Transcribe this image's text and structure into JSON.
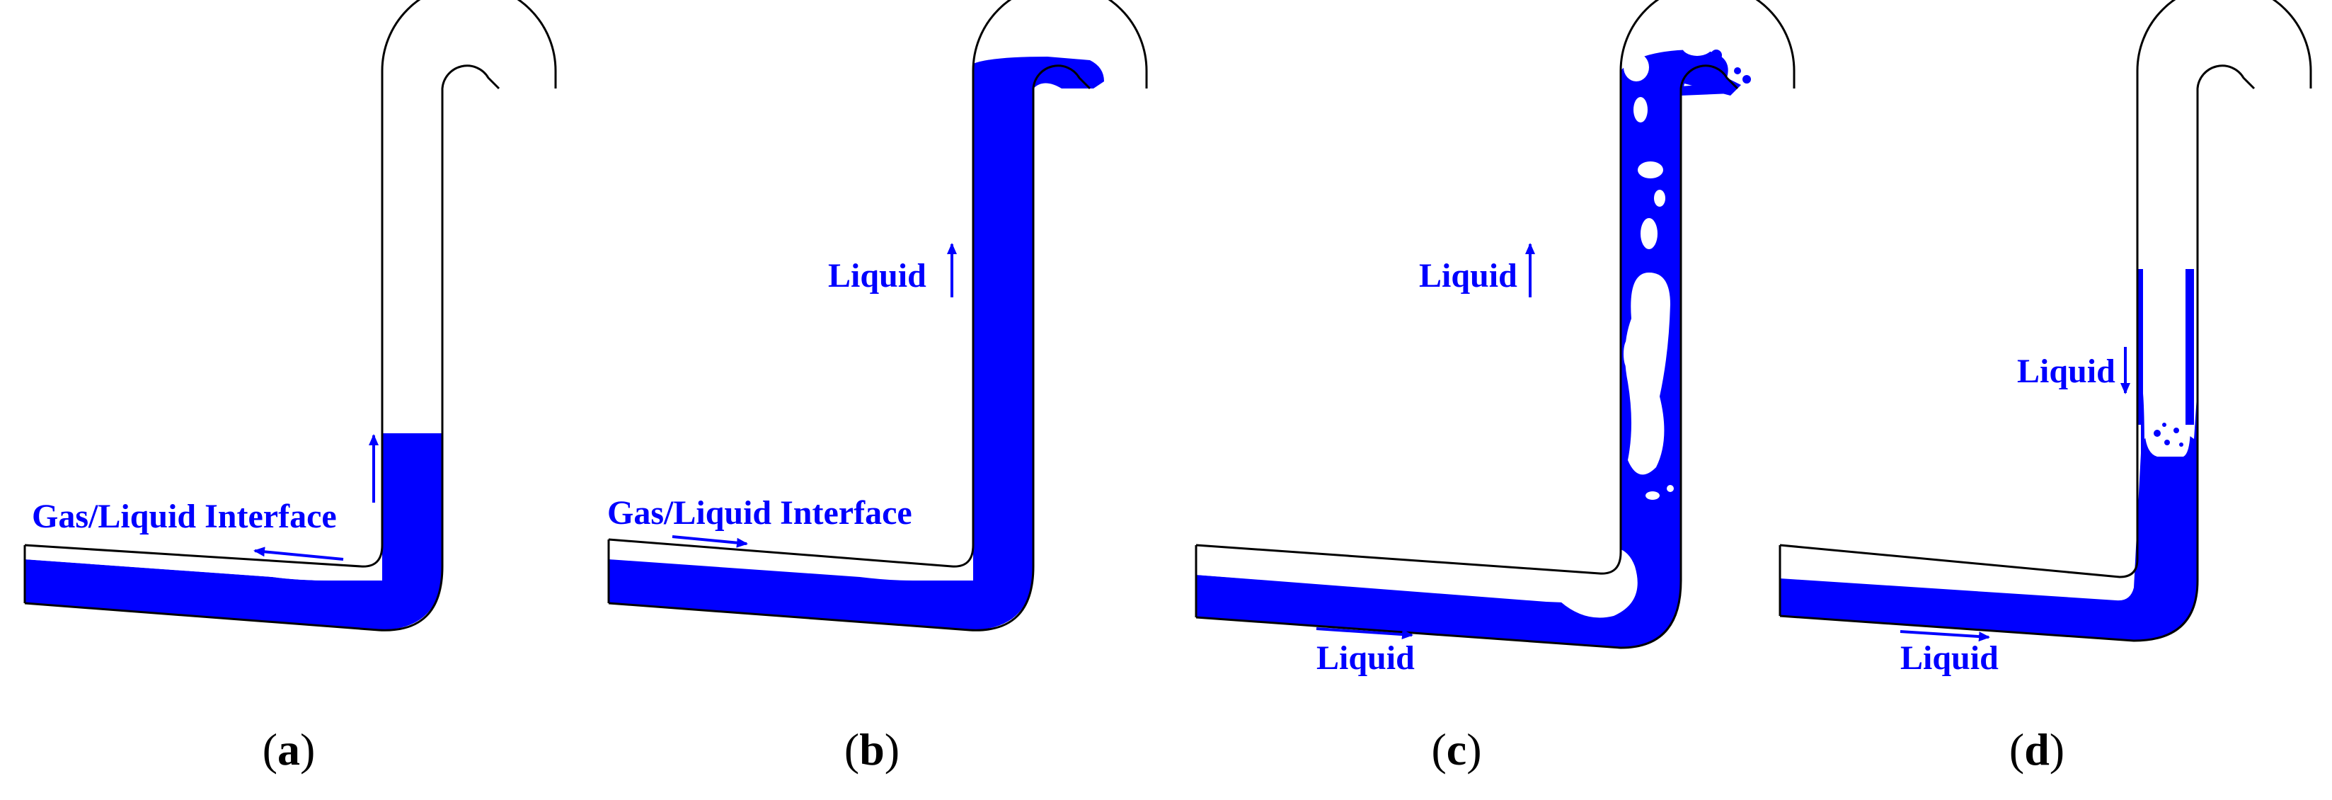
{
  "colors": {
    "liquid": "#0000ff",
    "pipe_wall": "#000000",
    "background": "#ffffff"
  },
  "panels": [
    {
      "id": "a",
      "caption_letter": "a",
      "labels": {
        "interface": "Gas/Liquid Interface"
      }
    },
    {
      "id": "b",
      "caption_letter": "b",
      "labels": {
        "riser": "Liquid",
        "interface": "Gas/Liquid Interface"
      }
    },
    {
      "id": "c",
      "caption_letter": "c",
      "labels": {
        "riser": "Liquid",
        "bottom": "Liquid"
      }
    },
    {
      "id": "d",
      "caption_letter": "d",
      "labels": {
        "riser": "Liquid",
        "bottom": "Liquid"
      }
    }
  ],
  "caption_open": "(",
  "caption_close": ")"
}
